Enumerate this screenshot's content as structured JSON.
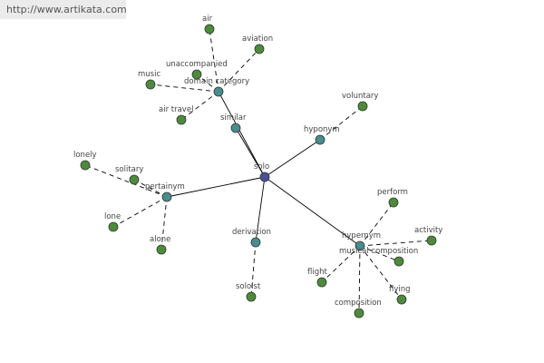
{
  "source_url": "http://www.artikata.com",
  "colors": {
    "root_node": "#4a4f9a",
    "relation_node": "#4a8c8f",
    "term_node": "#4f8a3c",
    "node_stroke": "#2e3a2e",
    "edge": "#000000",
    "label": "#444444"
  },
  "graph": {
    "root": {
      "id": "solo",
      "label": "solo"
    },
    "relations": [
      {
        "id": "domain-category",
        "label": "domain category",
        "terms": [
          {
            "id": "air",
            "label": "air"
          },
          {
            "id": "aviation",
            "label": "aviation"
          },
          {
            "id": "unaccompanied",
            "label": "unaccompanied"
          },
          {
            "id": "music",
            "label": "music"
          },
          {
            "id": "air-travel",
            "label": "air travel"
          }
        ]
      },
      {
        "id": "similar",
        "label": "similar",
        "terms": []
      },
      {
        "id": "hyponym",
        "label": "hyponym",
        "terms": [
          {
            "id": "voluntary",
            "label": "voluntary"
          }
        ]
      },
      {
        "id": "pertainym",
        "label": "pertainym",
        "terms": [
          {
            "id": "lonely",
            "label": "lonely"
          },
          {
            "id": "solitary",
            "label": "solitary"
          },
          {
            "id": "lone",
            "label": "lone"
          },
          {
            "id": "alone",
            "label": "alone"
          }
        ]
      },
      {
        "id": "derivation",
        "label": "derivation",
        "terms": [
          {
            "id": "soloist",
            "label": "soloist"
          }
        ]
      },
      {
        "id": "hypernym",
        "label": "hypernym",
        "terms": [
          {
            "id": "perform",
            "label": "perform"
          },
          {
            "id": "activity",
            "label": "activity"
          },
          {
            "id": "musical-composition",
            "label": "musical composition"
          },
          {
            "id": "flight",
            "label": "flight"
          },
          {
            "id": "flying",
            "label": "flying"
          },
          {
            "id": "composition",
            "label": "composition"
          }
        ]
      }
    ]
  }
}
